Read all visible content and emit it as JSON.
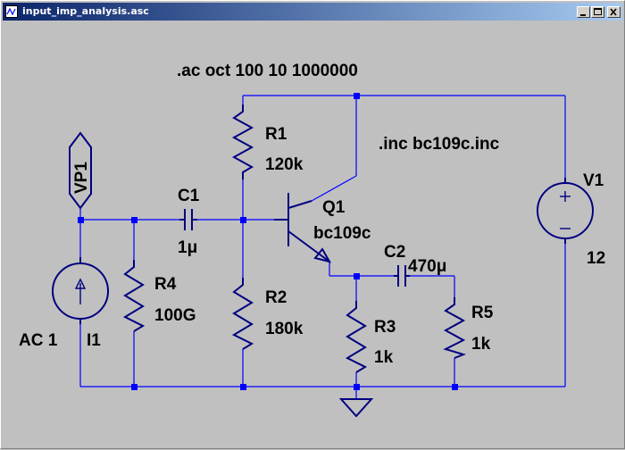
{
  "window": {
    "title": "input_imp_analysis.asc",
    "controls": [
      "minimize",
      "maximize",
      "close"
    ]
  },
  "schematic": {
    "directives": {
      "ac": ".ac oct 100 10 1000000",
      "inc": ".inc bc109c.inc"
    },
    "components": {
      "R1": {
        "name": "R1",
        "value": "120k"
      },
      "R2": {
        "name": "R2",
        "value": "180k"
      },
      "R3": {
        "name": "R3",
        "value": "1k"
      },
      "R4": {
        "name": "R4",
        "value": "100G"
      },
      "R5": {
        "name": "R5",
        "value": "1k"
      },
      "C1": {
        "name": "C1",
        "value": "1μ"
      },
      "C2": {
        "name": "C2",
        "value": "470μ"
      },
      "Q1": {
        "name": "Q1",
        "value": "bc109c"
      },
      "V1": {
        "name": "V1",
        "value": "12"
      },
      "I1": {
        "name": "I1",
        "value": "AC 1"
      }
    },
    "net_label": "VP1"
  },
  "colors": {
    "wire": "#0000ff",
    "component": "#000080",
    "junction": "#0000ff",
    "background": "#c0c0c0",
    "text": "#000000"
  }
}
